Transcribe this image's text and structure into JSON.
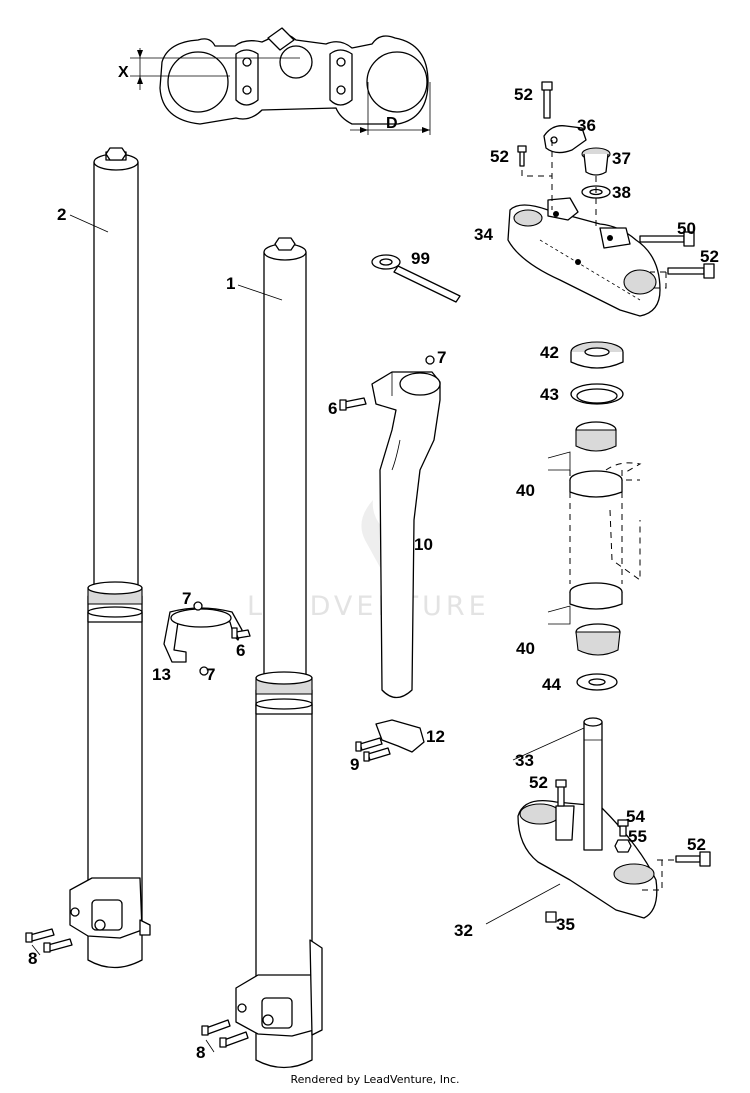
{
  "diagram": {
    "dimension_labels": {
      "x": "X",
      "d": "D"
    },
    "callouts": {
      "fork_leg_right": "2",
      "fork_leg_left": "1",
      "clamp_bolt_6a": "6",
      "clamp_bolt_6b": "6",
      "nut_7a": "7",
      "nut_7b": "7",
      "nut_7c": "7",
      "axle_bolts_8a": "8",
      "axle_bolts_8b": "8",
      "bolts_9": "9",
      "brake_line_guard": "10",
      "guide_12": "12",
      "brake_line_clamp": "13",
      "lower_triple_clamp": "32",
      "steering_stem": "33",
      "upper_triple_clamp": "34",
      "spacer_35": "35",
      "clamp_36": "36",
      "top_nut": "37",
      "washer": "38",
      "bearing_40a": "40",
      "bearing_40b": "40",
      "dust_seal": "42",
      "seal_ring": "43",
      "seal_44": "44",
      "bolt_50": "50",
      "bolt_52_top": "52",
      "bolt_52_left": "52",
      "bolt_52_right": "52",
      "bolt_52_lower": "52",
      "bolt_52_lower_right": "52",
      "bolt_54": "54",
      "nut_55": "55",
      "tool_99": "99"
    }
  },
  "watermark": "LEADVENTURE",
  "footer": "Rendered by LeadVenture, Inc."
}
